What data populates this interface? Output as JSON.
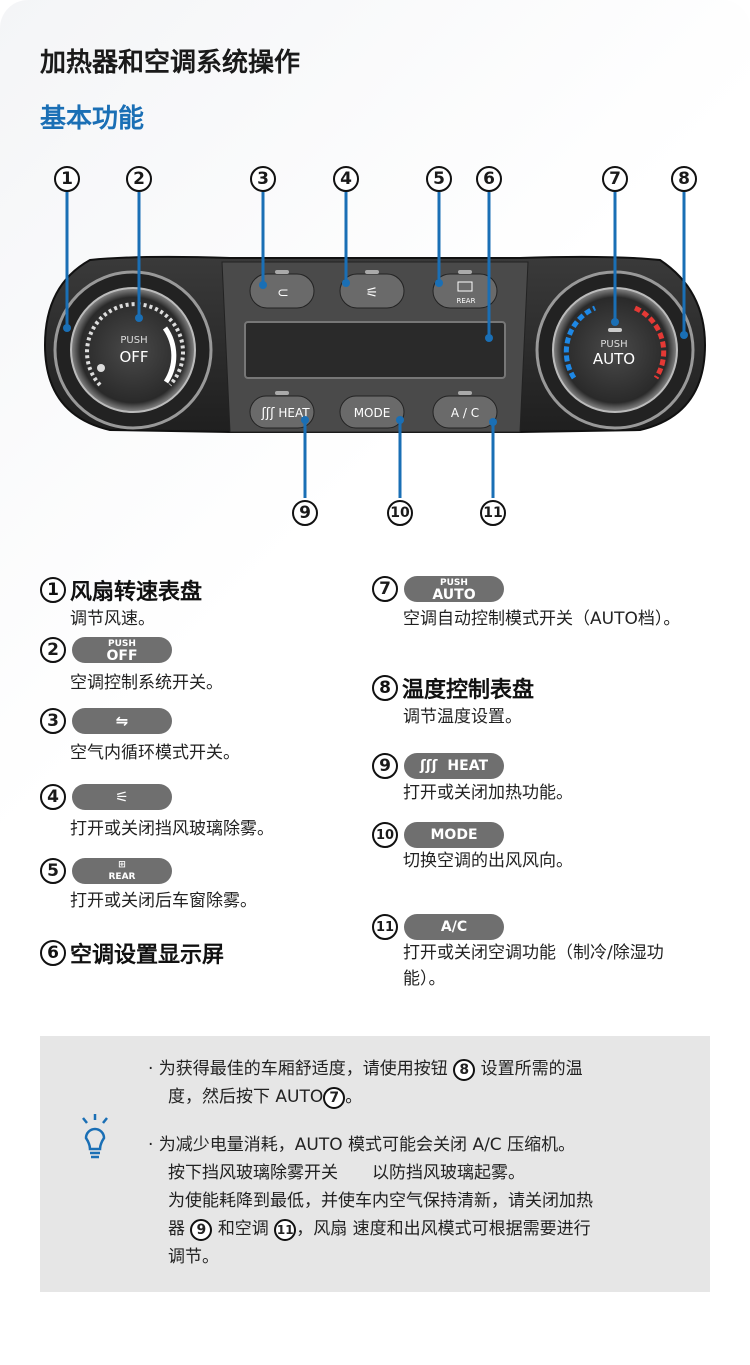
{
  "header": {
    "title": "加热器和空调系统操作",
    "subtitle": "基本功能"
  },
  "diagram": {
    "callouts": [
      "1",
      "2",
      "3",
      "4",
      "5",
      "6",
      "7",
      "8",
      "9",
      "10",
      "11"
    ],
    "left_dial": {
      "push": "PUSH",
      "label": "OFF"
    },
    "right_dial": {
      "push": "PUSH",
      "label": "AUTO"
    },
    "buttons": {
      "recirc": "⊂",
      "defrost": "⚟",
      "rear": "REAR",
      "heat": "HEAT",
      "mode": "MODE",
      "ac": "A / C"
    }
  },
  "items": [
    {
      "num": "1",
      "title": "风扇转速表盘",
      "desc": "调节风速。"
    },
    {
      "num": "2",
      "pill_top": "PUSH",
      "pill": "OFF",
      "desc": "空调控制系统开关。"
    },
    {
      "num": "3",
      "pill": "⇋",
      "desc": "空气内循环模式开关。"
    },
    {
      "num": "4",
      "pill": "⚟",
      "desc": "打开或关闭挡风玻璃除雾。"
    },
    {
      "num": "5",
      "pill_top": "⊞",
      "pill": "REAR",
      "desc": "打开或关闭后车窗除雾。"
    },
    {
      "num": "6",
      "title": "空调设置显示屏"
    },
    {
      "num": "7",
      "pill_top": "PUSH",
      "pill": "AUTO",
      "desc": "空调自动控制模式开关（AUTO档）。"
    },
    {
      "num": "8",
      "title": "温度控制表盘",
      "desc": "调节温度设置。"
    },
    {
      "num": "9",
      "pill": "HEAT",
      "pill_icon": "ʃʃʃ",
      "desc": "打开或关闭加热功能。"
    },
    {
      "num": "10",
      "pill": "MODE",
      "desc": "切换空调的出风风向。"
    },
    {
      "num": "11",
      "pill": "A/C",
      "desc_l1": "打开或关闭空调功能（制冷/除湿功",
      "desc_l2": "能）。"
    }
  ],
  "note": {
    "b1_l1": "· 为获得最佳的车厢舒适度，请使用按钮",
    "b1_num": "8",
    "b1_l1b": "设置所需的温",
    "b1_l2": "度，然后按下 AUTO",
    "b1_num2": "7",
    "b1_l2b": "。",
    "b2_l1": "· 为减少电量消耗，AUTO 模式可能会关闭 A/C 压缩机。",
    "b2_l2": "按下挡风玻璃除雾开关　　以防挡风玻璃起雾。",
    "b2_l3": "为使能耗降到最低，并使车内空气保持清新，请关闭加热",
    "b2_l4a": "器",
    "b2_num": "9",
    "b2_l4b": "和空调",
    "b2_num2": "11",
    "b2_l4c": "，风扇 速度和出风模式可根据需要进行",
    "b2_l5": "调节。"
  }
}
